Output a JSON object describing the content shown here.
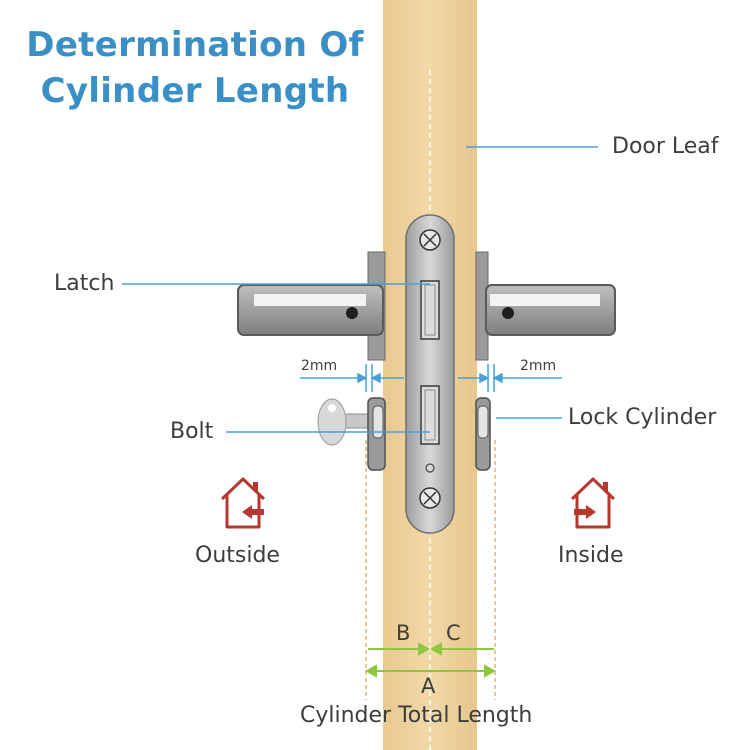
{
  "title": {
    "line1": "Determination Of",
    "line2": "Cylinder Length"
  },
  "labels": {
    "door_leaf": "Door Leaf",
    "latch": "Latch",
    "bolt": "Bolt",
    "lock_cylinder": "Lock Cylinder",
    "outside": "Outside",
    "inside": "Inside",
    "gap_left": "2mm",
    "gap_right": "2mm",
    "dim_b": "B",
    "dim_c": "C",
    "dim_a": "A",
    "total": "Cylinder Total Length"
  },
  "colors": {
    "title": "#3a8fc6",
    "leader": "#4a9fd6",
    "dimension": "#8dc63f",
    "house_icon": "#b5372f",
    "door_wood": "#ecd09c",
    "plate": "#c9c9c9"
  },
  "icons": [
    "outside-house-icon",
    "inside-house-icon",
    "screw-icon",
    "key-icon"
  ]
}
